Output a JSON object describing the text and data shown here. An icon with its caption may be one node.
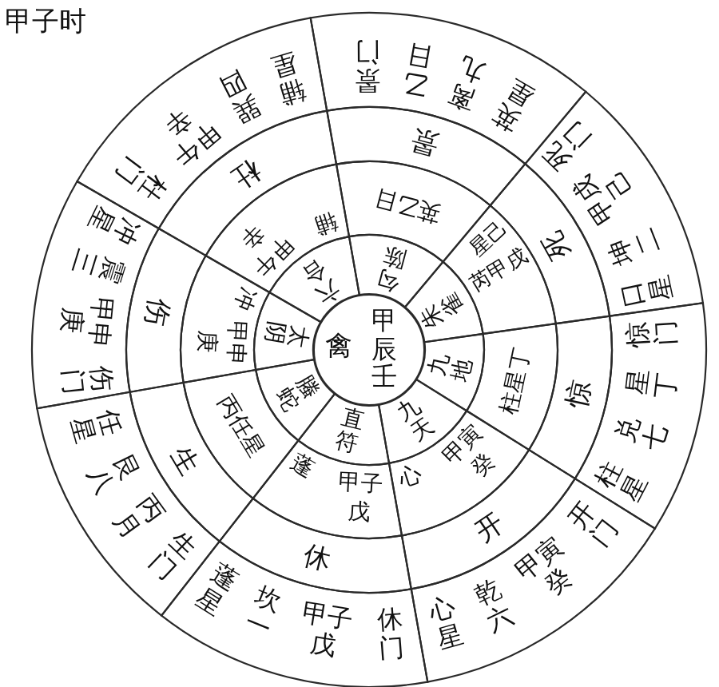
{
  "diagram": {
    "title": "甲子时",
    "nodes": [
      {
        "text": [
          "禽",
          "甲辰壬"
        ]
      },
      {
        "text": [
          "勾陈"
        ]
      },
      {
        "text": [
          "朱雀"
        ]
      },
      {
        "text": [
          "九地"
        ]
      },
      {
        "text": [
          "九天"
        ]
      },
      {
        "text": [
          "直符"
        ]
      },
      {
        "text": [
          "螣蛇"
        ]
      },
      {
        "text": [
          "太阴"
        ]
      },
      {
        "text": [
          "六合"
        ]
      },
      {
        "text": [
          "英乙日"
        ]
      },
      {
        "text": [
          "芮甲戌",
          "星己"
        ]
      },
      {
        "text": [
          "柱星丁"
        ]
      },
      {
        "text": [
          "心",
          "甲寅癸"
        ]
      },
      {
        "text": [
          "蓬",
          "甲子戊"
        ]
      },
      {
        "text": [
          "丙任星"
        ]
      },
      {
        "text": [
          "冲",
          "甲申庚"
        ]
      },
      {
        "text": [
          "辅",
          "甲午辛"
        ]
      },
      {
        "text": [
          "景"
        ]
      },
      {
        "text": [
          "死"
        ]
      },
      {
        "text": [
          "惊"
        ]
      },
      {
        "text": [
          "开"
        ]
      },
      {
        "text": [
          "休"
        ]
      },
      {
        "text": [
          "生"
        ]
      },
      {
        "text": [
          "伤"
        ]
      },
      {
        "text": [
          "杜"
        ]
      },
      {
        "text": [
          "英星",
          "离九",
          "乙日",
          "景门"
        ]
      },
      {
        "text": [
          "口星",
          "坤二",
          "甲戌己",
          "死门"
        ]
      },
      {
        "text": [
          "柱星",
          "兑七",
          "星丁",
          "惊门"
        ]
      },
      {
        "text": [
          "心星",
          "乾六",
          "甲寅癸",
          "开门"
        ]
      },
      {
        "text": [
          "蓬星",
          "坎一",
          "甲子戊",
          "休门"
        ]
      },
      {
        "text": [
          "任星",
          "艮八",
          "丙月",
          "生门"
        ]
      },
      {
        "text": [
          "冲星",
          "震三",
          "甲申庚",
          "伤门"
        ]
      },
      {
        "text": [
          "辅星",
          "巽四",
          "甲午辛",
          "杜门"
        ]
      }
    ]
  }
}
